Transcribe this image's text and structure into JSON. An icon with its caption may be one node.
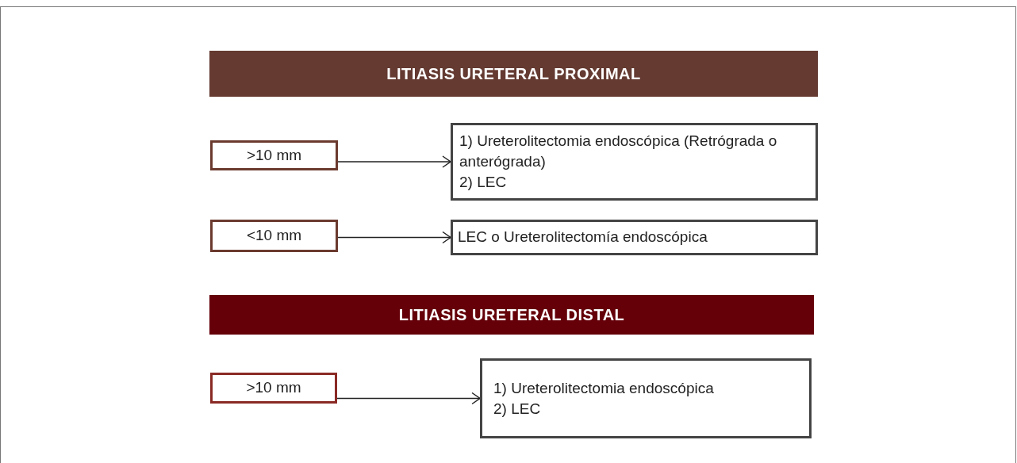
{
  "diagram": {
    "nodes": [
      {
        "text": [
          "LITIASIS URETERAL PROXIMAL"
        ]
      },
      {
        "text": [
          ">10 mm"
        ]
      },
      {
        "text": [
          "1) Ureterolitectomia endoscópica (Retrógrada o anterógrada)",
          "2) LEC"
        ]
      },
      {
        "text": [
          "<10 mm"
        ]
      },
      {
        "text": [
          "LEC o Ureterolitectomía endoscópica"
        ]
      },
      {
        "text": [
          "LITIASIS URETERAL DISTAL"
        ]
      },
      {
        "text": [
          ">10 mm"
        ]
      },
      {
        "text": [
          "1) Ureterolitectomia endoscópica",
          "2) LEC"
        ]
      }
    ],
    "edges": [
      {
        "from": 1,
        "to": 2,
        "arrow": "to"
      },
      {
        "from": 3,
        "to": 4,
        "arrow": "to"
      },
      {
        "from": 6,
        "to": 7,
        "arrow": "to"
      }
    ]
  }
}
